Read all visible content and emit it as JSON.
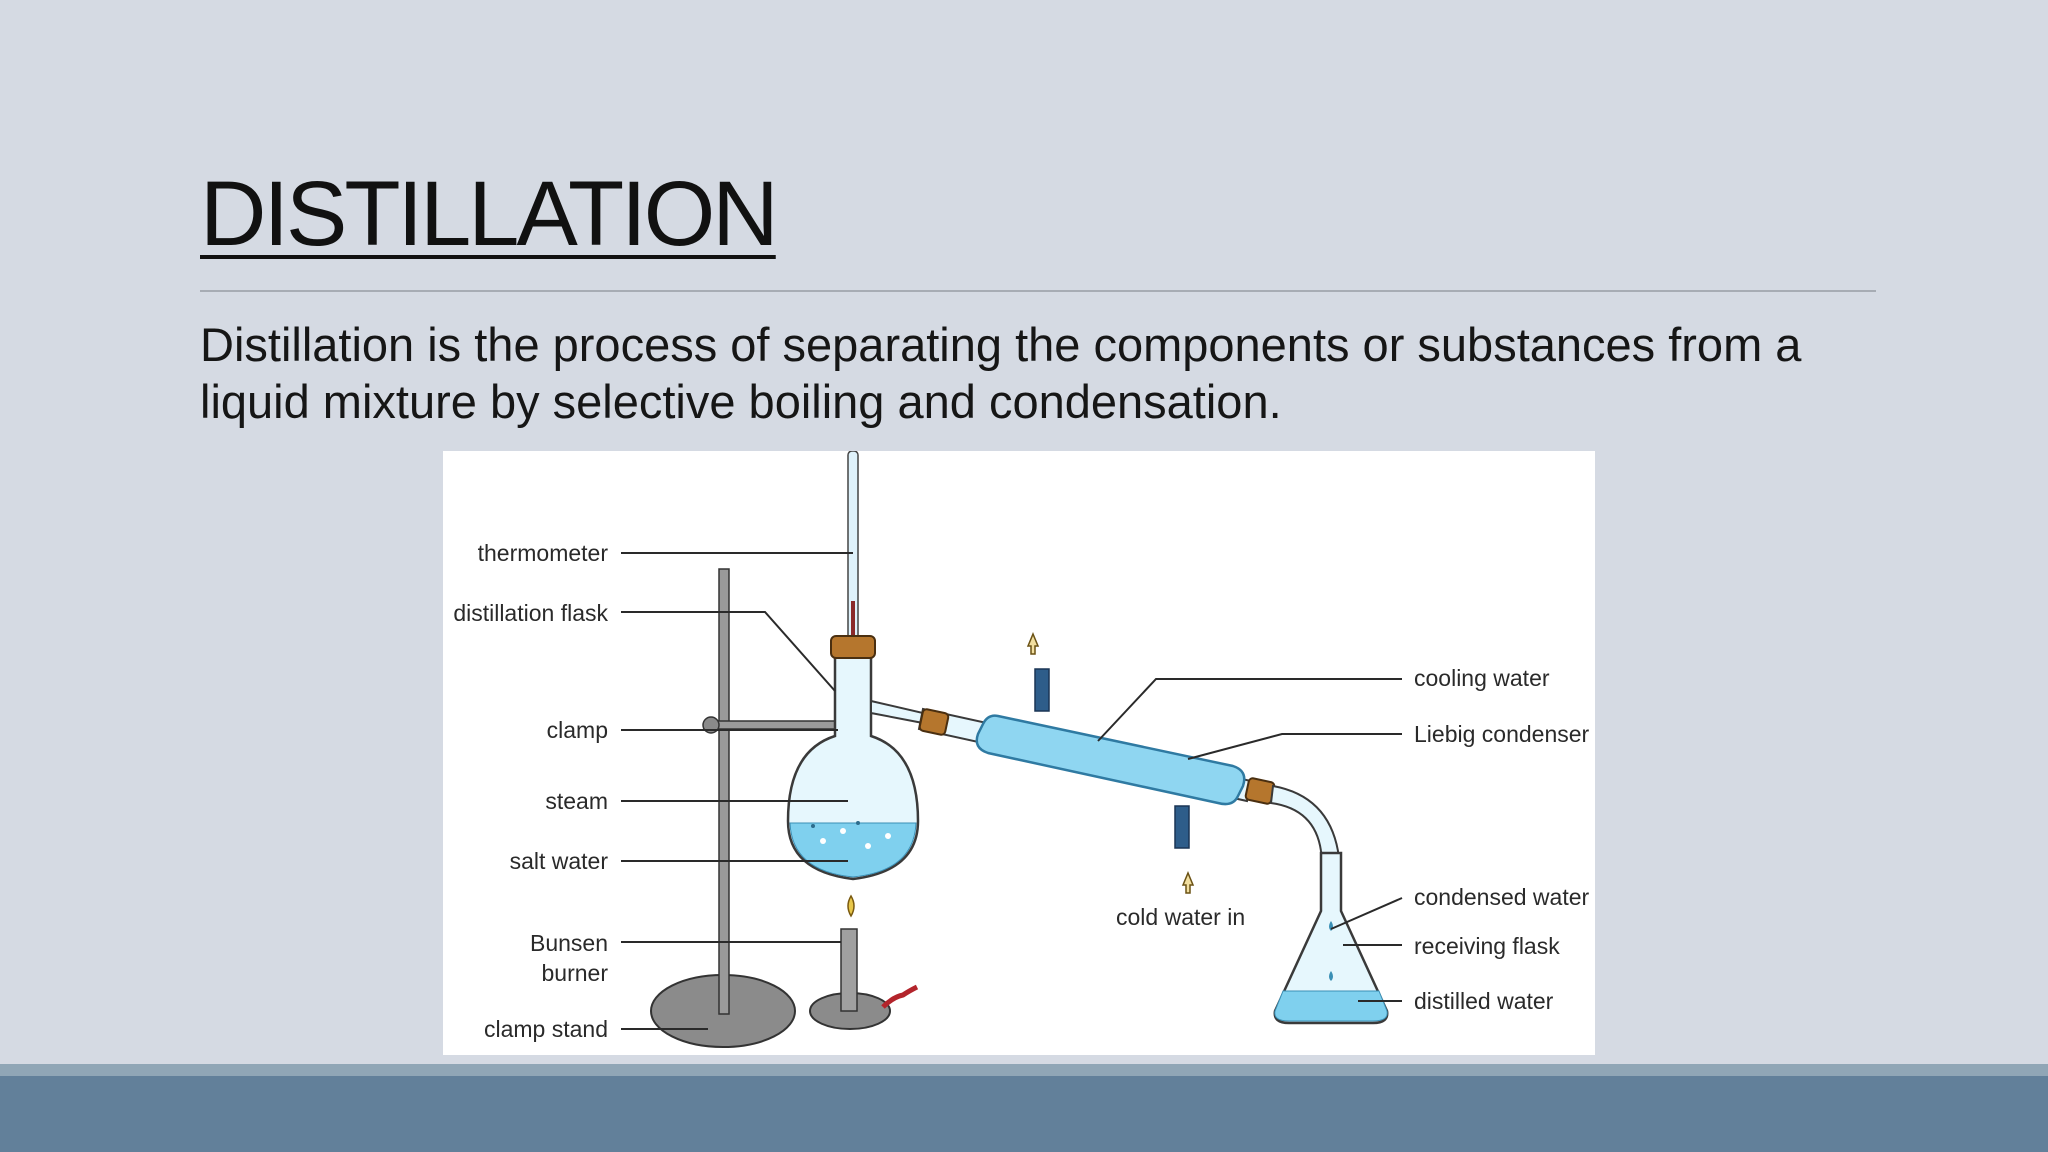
{
  "slide": {
    "title": "DISTILLATION",
    "body": "Distillation is the process of separating the components or substances from a liquid mixture by selective boiling and condensation."
  },
  "diagram": {
    "labels": {
      "thermometer": "thermometer",
      "distillation_flask": "distillation flask",
      "clamp": "clamp",
      "steam": "steam",
      "salt_water": "salt water",
      "bunsen_burner_1": "Bunsen",
      "bunsen_burner_2": "burner",
      "clamp_stand": "clamp stand",
      "cooling_water": "cooling water",
      "liebig_condenser": "Liebig condenser",
      "cold_water_in": "cold water in",
      "condensed_water": "condensed water",
      "receiving_flask": "receiving flask",
      "distilled_water": "distilled water"
    }
  },
  "colors": {
    "background": "#d5dae3",
    "footer": "#62809a",
    "footer_accent": "#90a6b6",
    "water": "#7fd0ee",
    "glass": "#cdeffb",
    "cork": "#b5762d",
    "stand": "#8e8e8e"
  }
}
